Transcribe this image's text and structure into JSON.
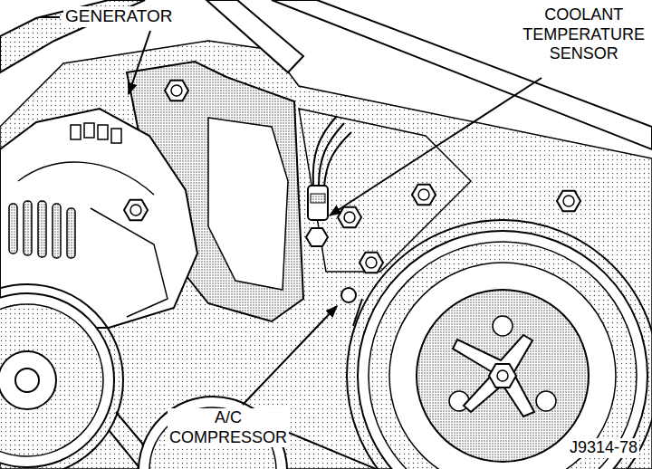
{
  "diagram": {
    "labels": [
      "GENERATOR",
      "COOLANT TEMPERATURE SENSOR",
      "A/C COMPRESSOR",
      "J9314-78"
    ]
  }
}
